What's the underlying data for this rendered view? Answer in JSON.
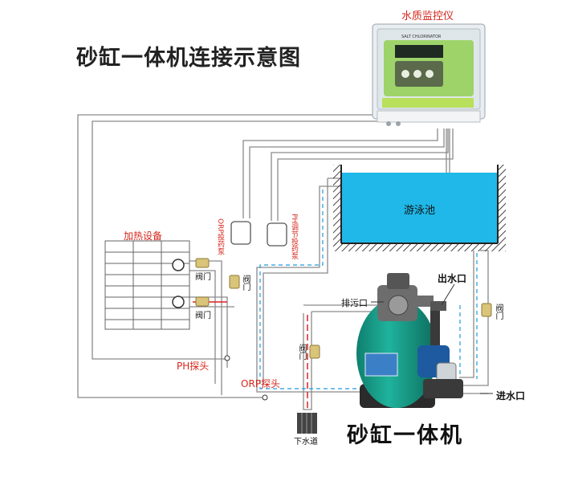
{
  "title": "砂缸一体机连接示意图",
  "product_name": "砂缸一体机",
  "labels": {
    "monitor": "水质监控仪",
    "monitor_panel": "SALT CHLORINATOR",
    "pool": "游泳池",
    "heater": "加热设备",
    "orp_pump": "ORP投药泵",
    "ph_pump": "PH调节投药泵",
    "valve": "阀门",
    "ph_probe": "PH探头",
    "orp_probe": "ORP探头",
    "drain": "下水道",
    "waste_outlet": "排污口",
    "water_outlet": "出水口",
    "water_inlet": "进水口"
  },
  "colors": {
    "pool_water": "#1fb8e8",
    "tank": "#1a9a86",
    "pipe": "#8a8a8a",
    "water_line": "#1e9be0",
    "red_line": "#e02020",
    "label_red": "#d6261b"
  },
  "icons": {
    "monitor": "control-box-icon",
    "pump": "dosing-pump-icon",
    "valve": "ball-valve-icon",
    "filter": "sand-filter-icon",
    "drain": "drain-grate-icon"
  }
}
